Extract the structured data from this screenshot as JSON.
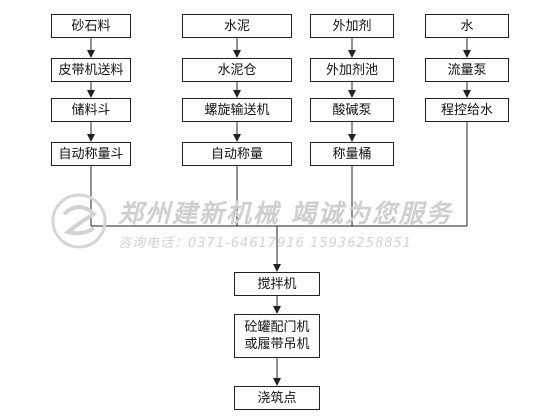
{
  "columns": [
    {
      "items": [
        "砂石料",
        "皮带机送料",
        "储料斗",
        "自动称量斗"
      ]
    },
    {
      "items": [
        "水泥",
        "水泥仓",
        "螺旋输送机",
        "自动称量"
      ]
    },
    {
      "items": [
        "外加剂",
        "外加剂池",
        "酸碱泵",
        "称量桶"
      ]
    },
    {
      "items": [
        "水",
        "流量泵",
        "程控给水"
      ]
    }
  ],
  "main_flow": [
    "搅拌机",
    "砼罐配门机\n或履带吊机",
    "浇筑点"
  ],
  "watermark": {
    "company": "郑州建新机械 竭诚为您服务",
    "contact": "咨询电话：0371-64617916   15936258851"
  }
}
